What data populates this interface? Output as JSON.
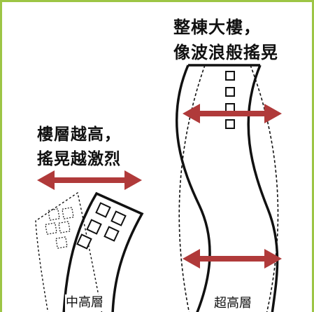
{
  "captions": {
    "super_tall": {
      "line1": "整棟大樓，",
      "line2": "像波浪般搖晃"
    },
    "mid_rise": {
      "line1": "樓層越高，",
      "line2": "搖晃越激烈"
    }
  },
  "labels": {
    "mid_rise": "中高層",
    "super_tall": "超高層"
  },
  "colors": {
    "border": "#9dc545",
    "arrow": "#b03a3a",
    "outline": "#111111"
  },
  "icons": [
    "double-headed-arrow",
    "window-square"
  ]
}
